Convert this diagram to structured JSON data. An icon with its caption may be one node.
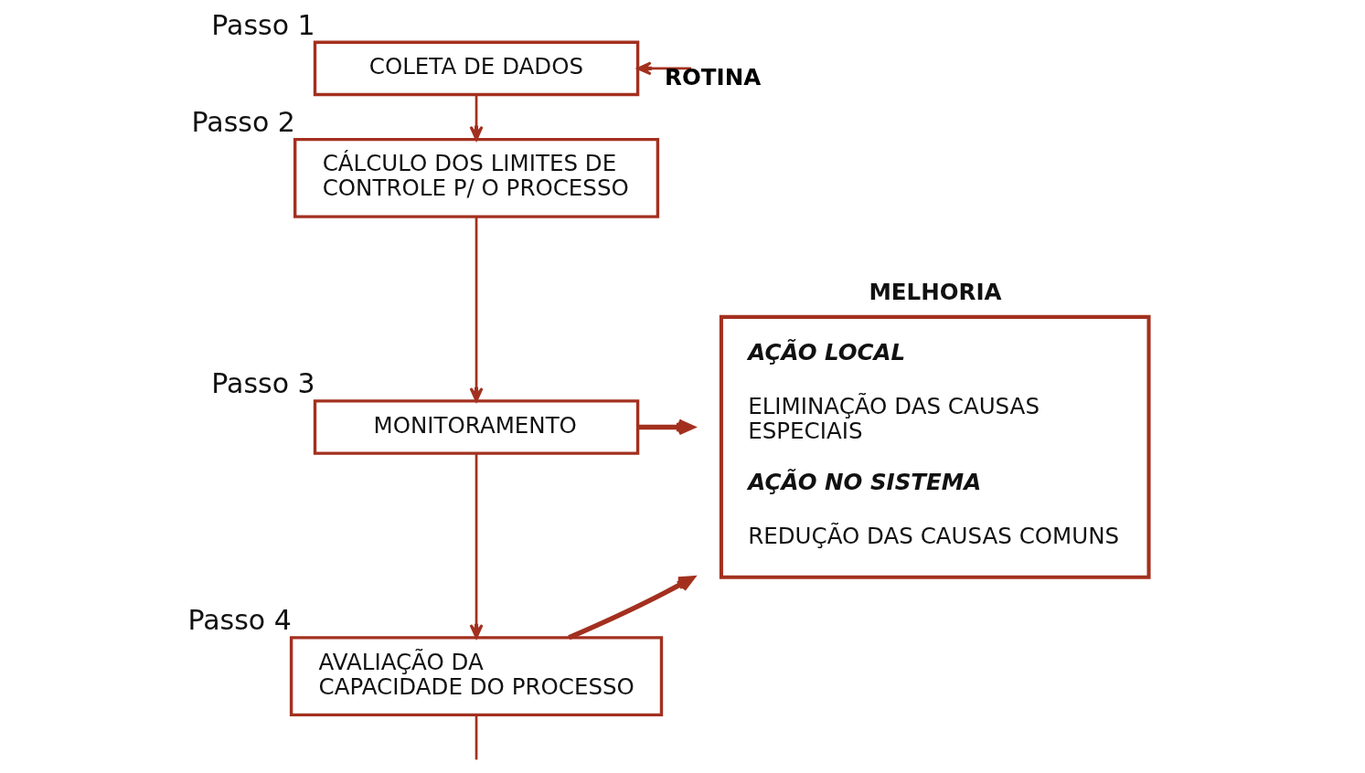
{
  "diagram": {
    "nodes": [
      {
        "text": [
          "COLETA DE DADOS"
        ],
        "beside": [
          "Passo 1"
        ]
      },
      {
        "text": [
          "CÁLCULO DOS LIMITES DE CONTROLE P/ O PROCESSO"
        ],
        "beside": [
          "Passo 2"
        ]
      },
      {
        "text": [
          "MONITORAMENTO"
        ],
        "beside": [
          "Passo 3"
        ]
      },
      {
        "text": [
          "AVALIAÇÃO DA CAPACIDADE DO PROCESSO"
        ],
        "beside": [
          "Passo 4"
        ]
      },
      {
        "text": [
          "MELHORIA",
          "AÇÃO LOCAL",
          "ELIMINAÇÃO DAS CAUSAS ESPECIAIS",
          "AÇÃO NO SISTEMA",
          "REDUÇÃO DAS CAUSAS COMUNS"
        ]
      }
    ],
    "edges": [
      {
        "from": null,
        "to": 0,
        "arrow": "to",
        "label": "ROTINA"
      },
      {
        "from": 0,
        "to": 1,
        "arrow": "to"
      },
      {
        "from": 1,
        "to": 2,
        "arrow": "to"
      },
      {
        "from": 2,
        "to": 3,
        "arrow": "to"
      },
      {
        "from": 2,
        "to": 4,
        "arrow": "to",
        "style": "thick"
      },
      {
        "from": 3,
        "to": 4,
        "arrow": "to",
        "style": "thick"
      },
      {
        "from": 3,
        "to": null,
        "arrow": "none"
      }
    ]
  }
}
